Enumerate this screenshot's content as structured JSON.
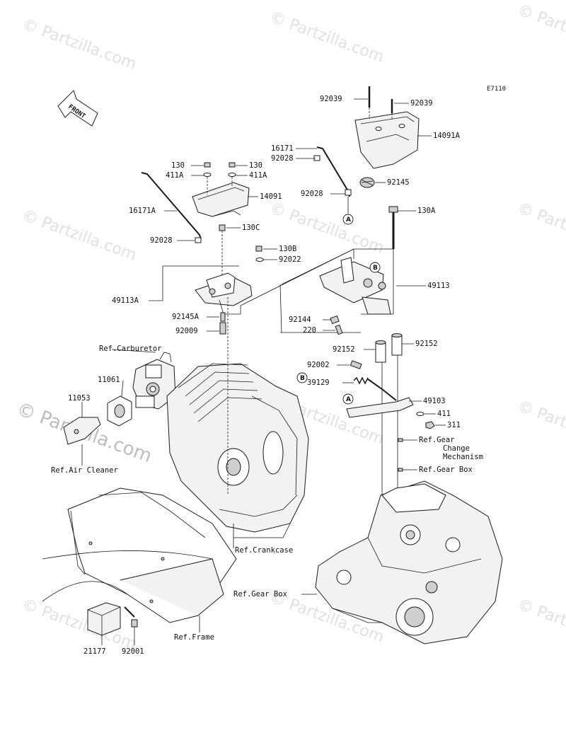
{
  "diagram": {
    "code": "E7110",
    "front_label": "FRONT",
    "watermark": "© Partzilla.com",
    "callout_a": "A",
    "callout_b": "B",
    "parts": {
      "p92039_left": "92039",
      "p92039_right": "92039",
      "p14091A": "14091A",
      "p16171": "16171",
      "p92028_top": "92028",
      "p92028_mid": "92028",
      "p92145": "92145",
      "p130_left": "130",
      "p130_right": "130",
      "p411A_left": "411A",
      "p411A_right": "411A",
      "p14091": "14091",
      "p16171A": "16171A",
      "p130A": "130A",
      "p130C": "130C",
      "p92028_low": "92028",
      "p130B": "130B",
      "p92022": "92022",
      "p49113": "49113",
      "p49113A": "49113A",
      "p92145A": "92145A",
      "p92009": "92009",
      "p92144": "92144",
      "p220": "220",
      "p92152_left": "92152",
      "p92152_right": "92152",
      "ref_carburetor": "Ref.Carburetor",
      "p92002": "92002",
      "p11061": "11061",
      "p39129": "39129",
      "p49103": "49103",
      "p11053": "11053",
      "p411": "411",
      "p311": "311",
      "ref_gear_change_1": "Ref.Gear",
      "ref_gear_change_2": "Change",
      "ref_gear_change_3": "Mechanism",
      "ref_gear_box_top": "Ref.Gear Box",
      "ref_air_cleaner": "Ref.Air Cleaner",
      "ref_crankcase": "Ref.Crankcase",
      "ref_gear_box_bottom": "Ref.Gear Box",
      "ref_frame": "Ref.Frame",
      "p21177": "21177",
      "p92001": "92001"
    }
  }
}
